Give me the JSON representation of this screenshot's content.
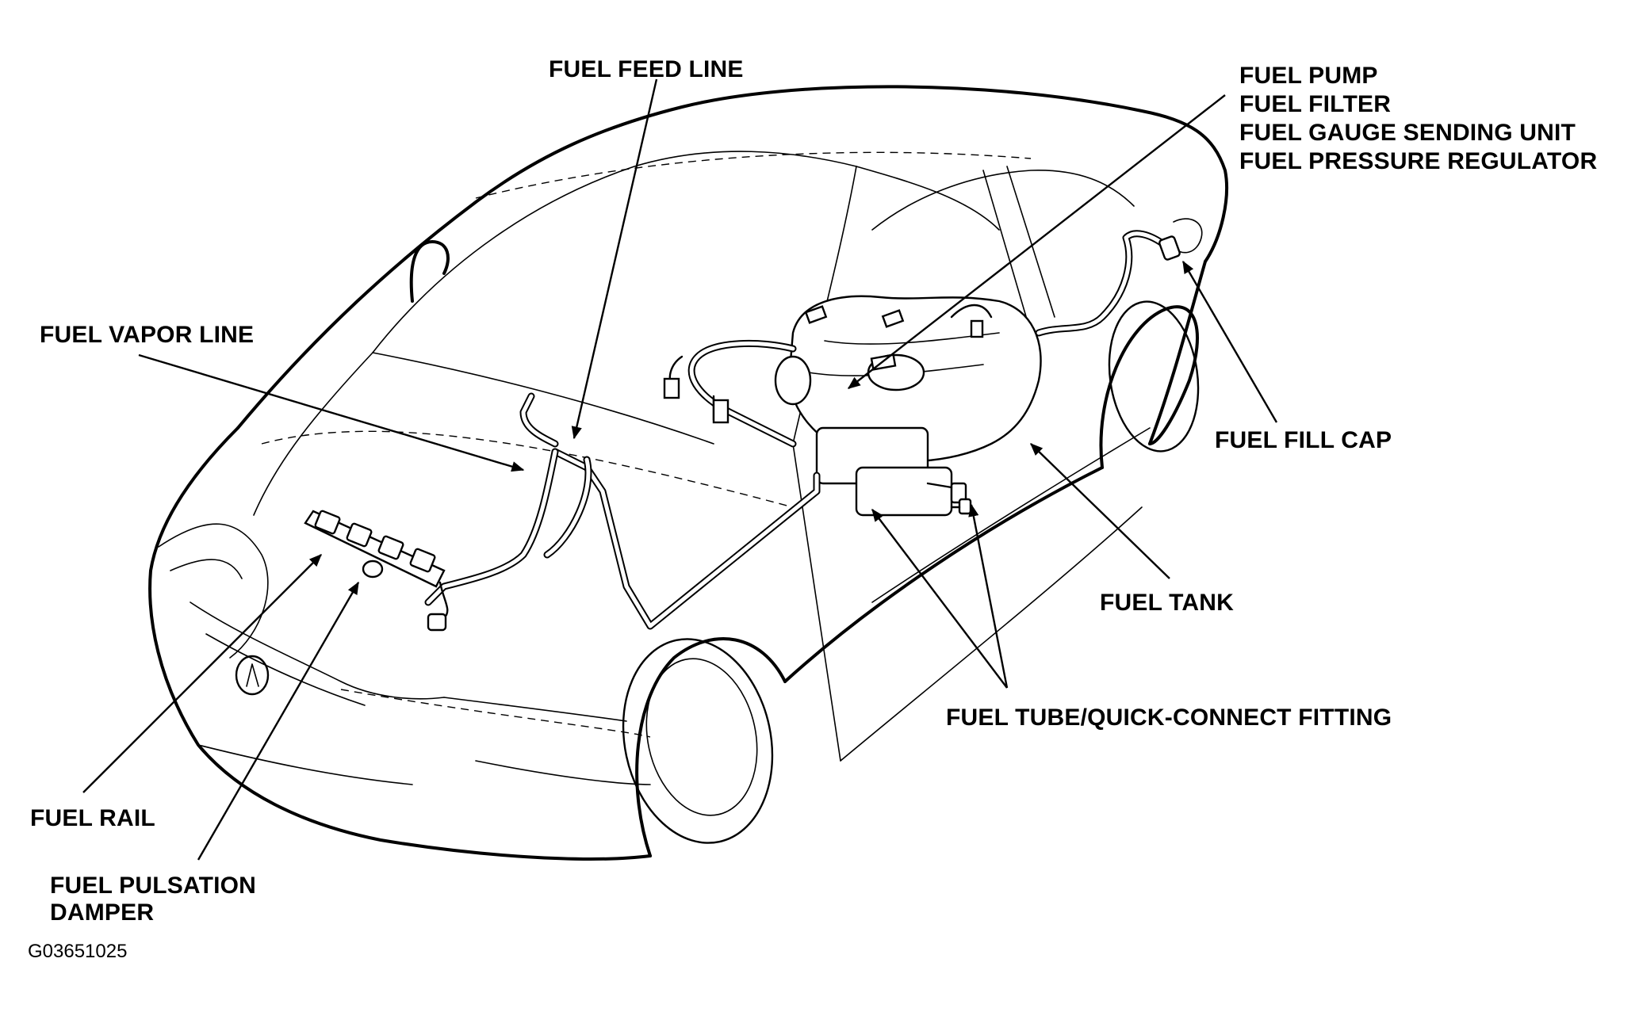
{
  "labels": {
    "fuel_feed_line": "FUEL FEED LINE",
    "fuel_pump_group": [
      "FUEL PUMP",
      "FUEL FILTER",
      "FUEL GAUGE SENDING UNIT",
      "FUEL PRESSURE REGULATOR"
    ],
    "fuel_vapor_line": "FUEL VAPOR LINE",
    "fuel_fill_cap": "FUEL FILL CAP",
    "fuel_tank": "FUEL TANK",
    "fuel_tube_fitting": "FUEL TUBE/QUICK-CONNECT FITTING",
    "fuel_rail": "FUEL RAIL",
    "fuel_pulsation_damper": [
      "FUEL PULSATION",
      "DAMPER"
    ]
  },
  "figure_code": "G03651025"
}
